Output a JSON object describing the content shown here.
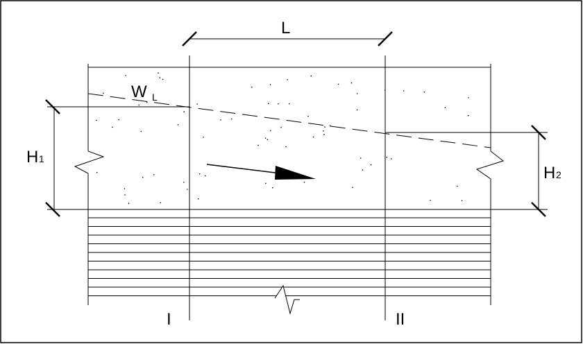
{
  "labels": {
    "length": "L",
    "water_level": "W",
    "water_level_sub": "L",
    "head_left": "H",
    "head_left_sub": "1",
    "head_right": "H",
    "head_right_sub": "2",
    "section_left": "I",
    "section_right": "II"
  },
  "colors": {
    "line": "#000000",
    "background": "#ffffff"
  },
  "icons": {
    "flow_direction": "arrow-right-down-icon",
    "break_symbol": "zigzag-break-icon"
  }
}
